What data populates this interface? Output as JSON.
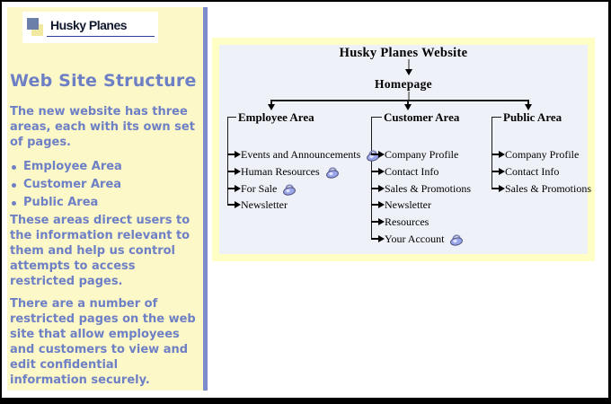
{
  "logo": {
    "brand": "Husky Planes"
  },
  "sidebar": {
    "heading": "Web Site Structure",
    "intro": "The new website has three areas, each with its own set of pages.",
    "bullets": [
      "Employee Area",
      "Customer Area",
      "Public Area"
    ],
    "access_para": "These areas direct users to the information relevant to them and help us control attempts to access restricted pages.",
    "restricted_para": "There are a number of restricted pages on the web site that allow employees and customers to view and edit confidential information securely."
  },
  "diagram": {
    "title": "Husky Planes Website",
    "root": "Homepage",
    "columns": [
      {
        "label": "Employee Area",
        "items": [
          {
            "label": "Events and Announcements",
            "locked": true
          },
          {
            "label": "Human Resources",
            "locked": true
          },
          {
            "label": "For Sale",
            "locked": true
          },
          {
            "label": "Newsletter",
            "locked": false
          }
        ]
      },
      {
        "label": "Customer Area",
        "items": [
          {
            "label": "Company Profile",
            "locked": false
          },
          {
            "label": "Contact Info",
            "locked": false
          },
          {
            "label": "Sales & Promotions",
            "locked": false
          },
          {
            "label": "Newsletter",
            "locked": false
          },
          {
            "label": "Resources",
            "locked": false
          },
          {
            "label": "Your Account",
            "locked": true
          }
        ]
      },
      {
        "label": "Public Area",
        "items": [
          {
            "label": "Company Profile",
            "locked": false
          },
          {
            "label": "Contact Info",
            "locked": false
          },
          {
            "label": "Sales & Promotions",
            "locked": false
          }
        ]
      }
    ]
  },
  "icons": [
    "logo-squares-icon",
    "bullet-dot-icon",
    "arrow-down-icon",
    "arrow-right-icon",
    "lock-icon"
  ],
  "colors": {
    "sidebar_bg": "#FDF8C8",
    "accent_text": "#6E80C5",
    "divider": "#7B8CCE",
    "diagram_border": "#FFFFC5",
    "diagram_bg": "#EEF1F8",
    "logo_underline": "#2F3E9E"
  }
}
